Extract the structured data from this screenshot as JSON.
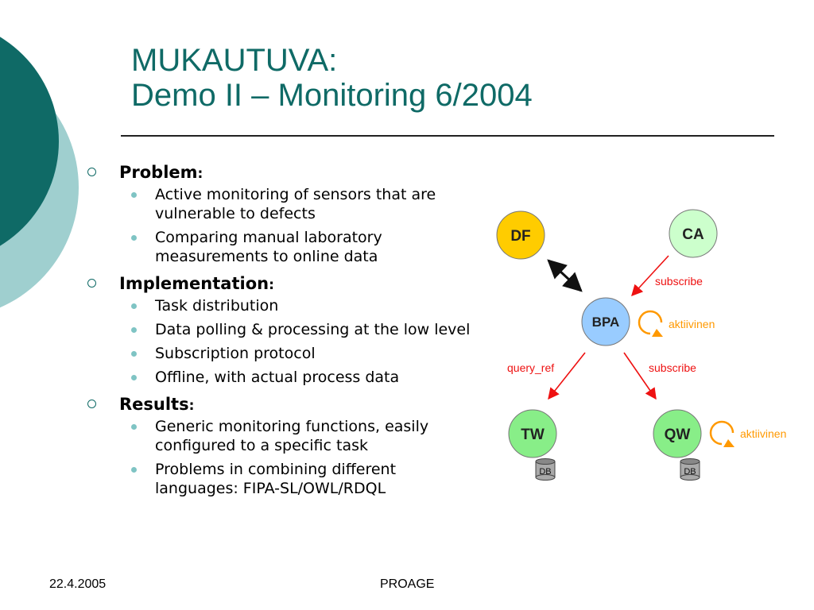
{
  "slide": {
    "title_line1": "MUKAUTUVA:",
    "title_line2": "Demo II – Monitoring 6/2004"
  },
  "sections": [
    {
      "heading": "Problem",
      "colon": ":",
      "items": [
        "Active monitoring of sensors that are vulnerable to defects",
        "Comparing manual laboratory measurements to online data"
      ]
    },
    {
      "heading": "Implementation",
      "colon": ":",
      "items": [
        "Task distribution",
        "Data polling & processing at the low level",
        "Subscription protocol",
        "Offline, with actual process data"
      ]
    },
    {
      "heading": "Results",
      "colon": ":",
      "items": [
        "Generic monitoring functions, easily configured to a specific task",
        "Problems in combining different languages: FIPA-SL/OWL/RDQL"
      ]
    }
  ],
  "diagram": {
    "nodes": {
      "df": {
        "label": "DF",
        "color": "#ffcc00"
      },
      "ca": {
        "label": "CA",
        "color": "#ccffcc"
      },
      "bpa": {
        "label": "BPA",
        "color": "#99ccff"
      },
      "tw": {
        "label": "TW",
        "color": "#88ee88"
      },
      "qw": {
        "label": "QW",
        "color": "#88ee88"
      }
    },
    "db_label": "DB",
    "edge_labels": {
      "ca_to_bpa": "subscribe",
      "bpa_to_tw": "query_ref",
      "bpa_to_qw": "subscribe"
    },
    "active_label": "aktiivinen",
    "arrow_color": "#ee1111",
    "active_color": "#ff9900"
  },
  "footer": {
    "date": "22.4.2005",
    "center": "PROAGE"
  },
  "colors": {
    "teal_dark": "#0f6a66",
    "teal_light": "#9fcfcf",
    "bullet_light": "#7fc4c4"
  }
}
